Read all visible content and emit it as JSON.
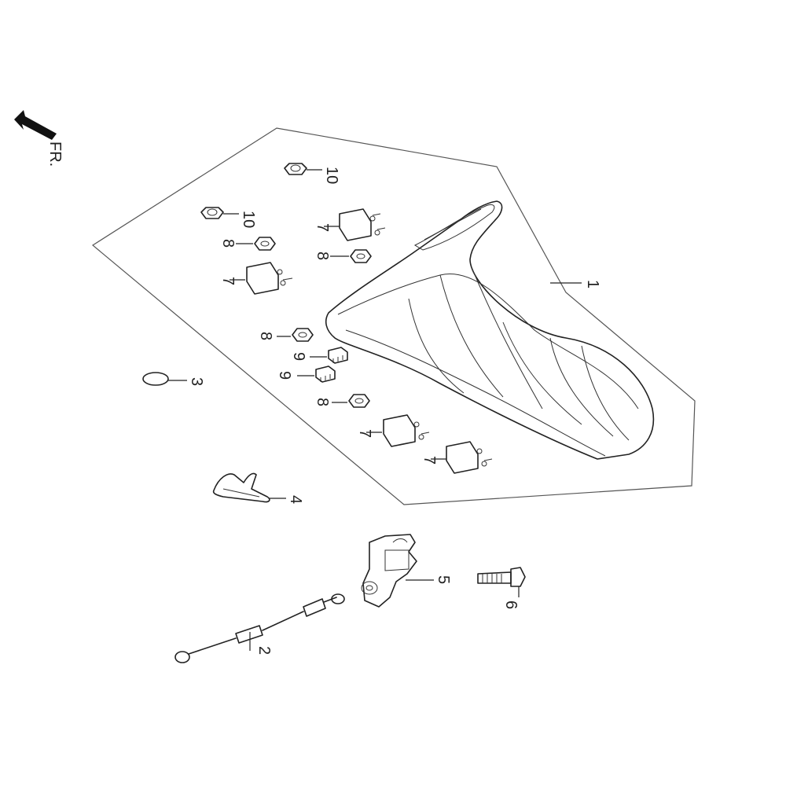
{
  "front_arrow": {
    "label": "FR."
  },
  "callouts": [
    {
      "id": "c1",
      "num": "1"
    },
    {
      "id": "c2",
      "num": "2"
    },
    {
      "id": "c3",
      "num": "3"
    },
    {
      "id": "c4",
      "num": "4"
    },
    {
      "id": "c5",
      "num": "5"
    },
    {
      "id": "c6",
      "num": "6"
    },
    {
      "id": "c7a",
      "num": "7"
    },
    {
      "id": "c7b",
      "num": "7"
    },
    {
      "id": "c7c",
      "num": "7"
    },
    {
      "id": "c7d",
      "num": "7"
    },
    {
      "id": "c8a",
      "num": "8"
    },
    {
      "id": "c8b",
      "num": "8"
    },
    {
      "id": "c8c",
      "num": "8"
    },
    {
      "id": "c8d",
      "num": "8"
    },
    {
      "id": "c9a",
      "num": "9"
    },
    {
      "id": "c9b",
      "num": "9"
    },
    {
      "id": "c10a",
      "num": "10"
    },
    {
      "id": "c10b",
      "num": "10"
    }
  ],
  "colors": {
    "line": "#222222",
    "background": "#ffffff"
  }
}
